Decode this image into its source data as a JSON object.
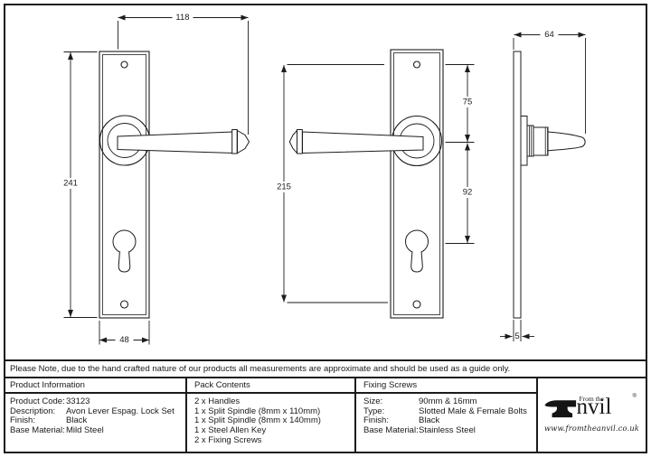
{
  "note": "Please Note, due to the hand crafted nature of our products all measurements are approximate and should be used as a guide only.",
  "drawings": {
    "front_view_right": {
      "lever_length_mm": "118",
      "plate_height_mm": "241",
      "plate_width_mm": "48"
    },
    "front_view_left": {
      "fixing_centres_mm": "215",
      "screw_to_handle_mm": "75",
      "handle_to_cylinder_mm": "92"
    },
    "side_view": {
      "projection_mm": "64",
      "plate_thickness_mm": "5"
    }
  },
  "table": {
    "product_information": {
      "header": "Product Information",
      "rows": [
        {
          "label": "Product Code:",
          "value": "33123"
        },
        {
          "label": "Description:",
          "value": "Avon Lever Espag. Lock Set"
        },
        {
          "label": "Finish:",
          "value": "Black"
        },
        {
          "label": "Base Material:",
          "value": "Mild Steel"
        }
      ]
    },
    "pack_contents": {
      "header": "Pack Contents",
      "items": [
        "2 x Handles",
        "1 x Split Spindle (8mm x 110mm)",
        "1 x Split Spindle (8mm x 140mm)",
        "1 x Steel Allen Key",
        "2 x Fixing Screws"
      ]
    },
    "fixing_screws": {
      "header": "Fixing Screws",
      "rows": [
        {
          "label": "Size:",
          "value": "90mm & 16mm"
        },
        {
          "label": "Type:",
          "value": "Slotted Male & Female Bolts"
        },
        {
          "label": "Finish:",
          "value": "Black"
        },
        {
          "label": "Base Material:",
          "value": "Stainless Steel"
        }
      ]
    }
  },
  "logo": {
    "prefix": "From the",
    "name_rest": "nvil",
    "registered": "®",
    "website": "www.fromtheanvil.co.uk"
  },
  "colors": {
    "line": "#1d1d1d",
    "background": "#ffffff"
  }
}
